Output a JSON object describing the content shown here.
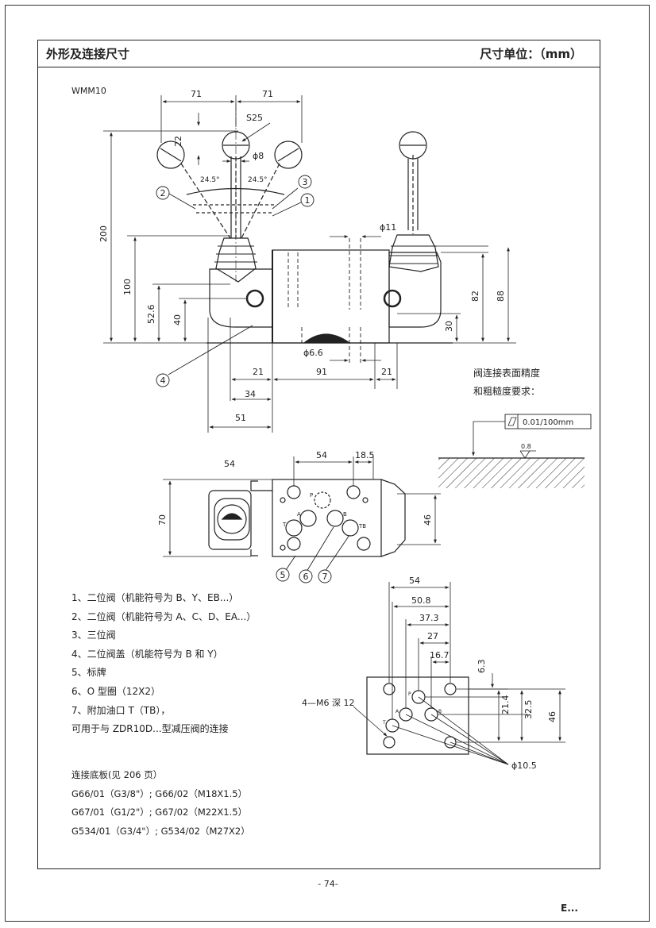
{
  "header": {
    "title": "外形及连接尺寸",
    "unit": "尺寸单位：（mm）"
  },
  "model": "WMM10",
  "dims": {
    "top_left_71": "71",
    "top_right_71": "71",
    "s25": "S25",
    "d22": "22",
    "phi8": "ϕ8",
    "angle_left": "24.5°",
    "angle_right": "24.5°",
    "h200": "200",
    "h100": "100",
    "h52_6": "52.6",
    "h40": "40",
    "phi11": "ϕ11",
    "h82": "82",
    "h88": "88",
    "h30": "30",
    "phi6_6": "ϕ6.6",
    "w21_left": "21",
    "w91": "91",
    "w21_right": "21",
    "w34": "34",
    "w51": "51",
    "plan_54_left": "54",
    "plan_54": "54",
    "plan_18_5": "18.5",
    "plan_70": "70",
    "plan_46": "46",
    "b54": "54",
    "b50_8": "50.8",
    "b37_3": "37.3",
    "b27": "27",
    "b16_7": "16.7",
    "b6_3": "6.3",
    "b21_4": "21.4",
    "b32_5": "32.5",
    "b46": "46",
    "b_m6": "4—M6 深 12",
    "b_phi10_5": "ϕ10.5"
  },
  "callouts": [
    "1",
    "2",
    "3",
    "4",
    "5",
    "6",
    "7"
  ],
  "port_labels": {
    "P": "P",
    "A": "A",
    "B": "B",
    "T": "T",
    "TB": "TB"
  },
  "surface": {
    "line1": "阀连接表面精度",
    "line2": "和粗糙度要求：",
    "tolerance": "0.01/100mm",
    "roughness": "0.8"
  },
  "notes": [
    "1、二位阀（机能符号为 B、Y、EB...）",
    "2、二位阀（机能符号为 A、C、D、EA...）",
    "3、三位阀",
    "4、二位阀盖（机能符号为 B 和 Y）",
    "5、标牌",
    "6、O 型圈（12X2）",
    "7、附加油口 T（TB），",
    "可用于与 ZDR10D...型减压阀的连接"
  ],
  "base_plate": {
    "title": "连接底板(见 206 页）",
    "lines": [
      "G66/01（G3/8\"）; G66/02（M18X1.5）",
      "G67/01（G1/2\"）; G67/02（M22X1.5）",
      "G534/01（G3/4\"）; G534/02（M27X2）"
    ]
  },
  "page_number": "- 74-",
  "corner_mark": "E..."
}
